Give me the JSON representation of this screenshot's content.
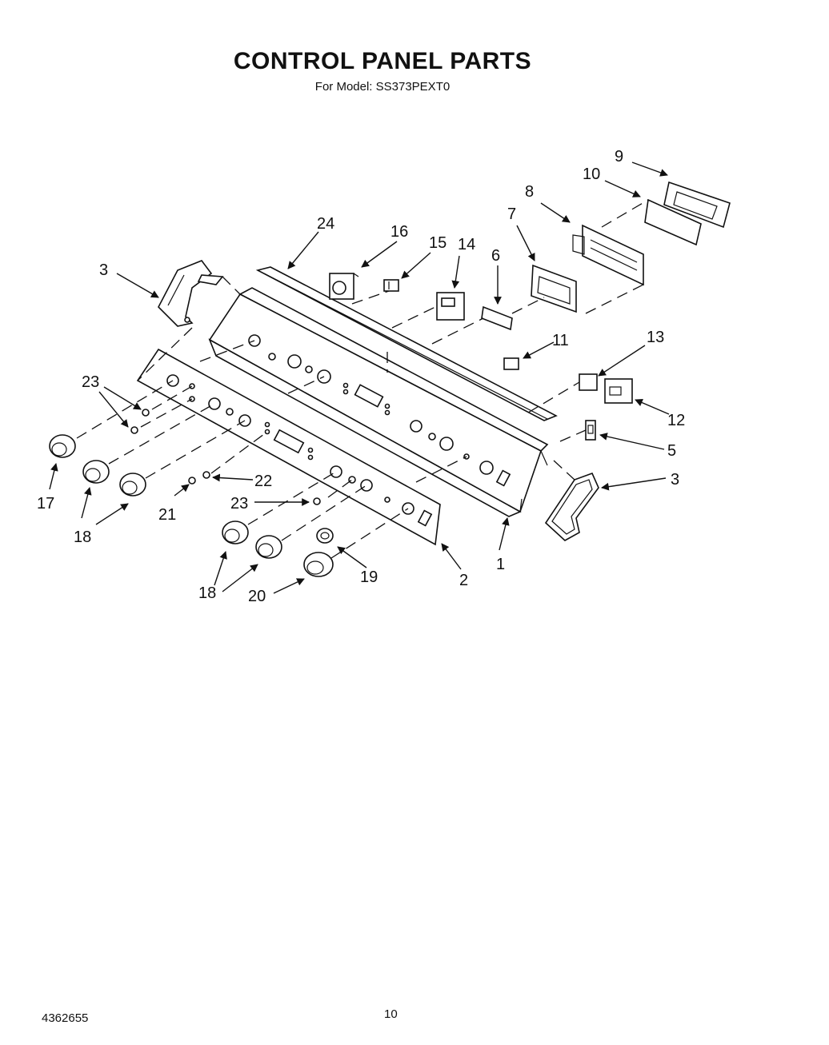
{
  "header": {
    "title": "CONTROL PANEL PARTS",
    "model_line": "For Model: SS373PEXT0"
  },
  "footer": {
    "doc_number": "4362655",
    "page_number": "10"
  },
  "callouts": [
    "1",
    "2",
    "3",
    "3",
    "5",
    "6",
    "7",
    "8",
    "9",
    "10",
    "11",
    "12",
    "13",
    "14",
    "15",
    "16",
    "17",
    "18",
    "18",
    "19",
    "20",
    "21",
    "22",
    "23",
    "23",
    "24"
  ]
}
